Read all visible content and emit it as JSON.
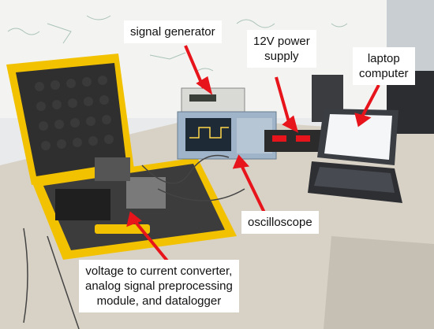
{
  "labels": {
    "signal_generator": "signal generator",
    "power_supply_line1": "12V power",
    "power_supply_line2": "supply",
    "laptop_line1": "laptop",
    "laptop_line2": "computer",
    "oscilloscope": "oscilloscope",
    "converter_line1": "voltage to current converter,",
    "converter_line2": "analog signal preprocessing",
    "converter_line3": "module, and datalogger"
  },
  "colors": {
    "arrow": "#e8141b",
    "case_yellow": "#f2c200",
    "foam": "#2f2f2f",
    "scope_body": "#9fb4c8",
    "desk": "#d8d2c6"
  }
}
